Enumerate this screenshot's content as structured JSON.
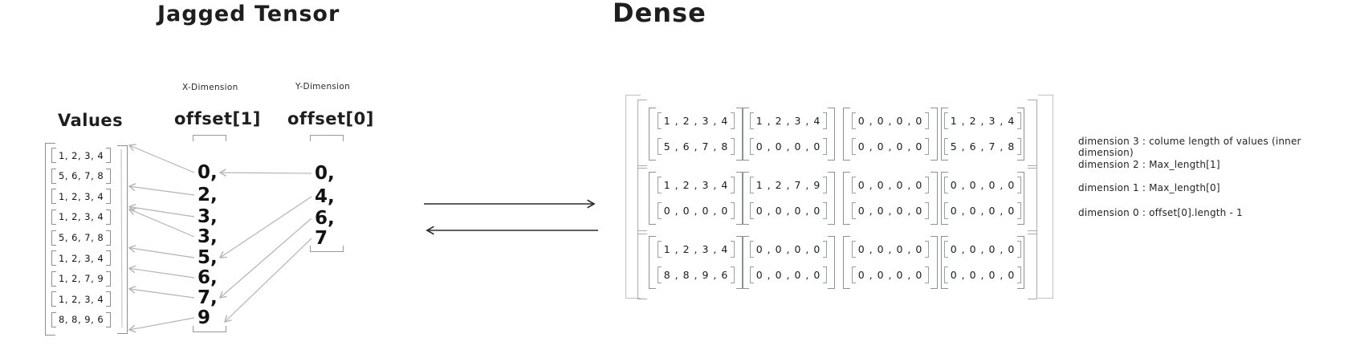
{
  "titles": {
    "jagged": "Jagged Tensor",
    "dense": "Dense"
  },
  "jagged": {
    "values_label": "Values",
    "x_dimension_label": "X-Dimension",
    "offset1_label": "offset[1]",
    "y_dimension_label": "Y-Dimension",
    "offset0_label": "offset[0]",
    "values_rows": [
      [
        1,
        2,
        3,
        4
      ],
      [
        5,
        6,
        7,
        8
      ],
      [
        1,
        2,
        3,
        4
      ],
      [
        1,
        2,
        3,
        4
      ],
      [
        5,
        6,
        7,
        8
      ],
      [
        1,
        2,
        3,
        4
      ],
      [
        1,
        2,
        7,
        9
      ],
      [
        1,
        2,
        3,
        4
      ],
      [
        8,
        8,
        9,
        6
      ]
    ],
    "offset1": [
      0,
      2,
      3,
      3,
      5,
      6,
      7,
      9
    ],
    "offset0": [
      0,
      4,
      6,
      7
    ]
  },
  "dense": {
    "rows": [
      [
        [
          [
            1,
            2,
            3,
            4
          ],
          [
            5,
            6,
            7,
            8
          ]
        ],
        [
          [
            1,
            2,
            3,
            4
          ],
          [
            0,
            0,
            0,
            0
          ]
        ],
        [
          [
            0,
            0,
            0,
            0
          ],
          [
            0,
            0,
            0,
            0
          ]
        ],
        [
          [
            1,
            2,
            3,
            4
          ],
          [
            5,
            6,
            7,
            8
          ]
        ]
      ],
      [
        [
          [
            1,
            2,
            3,
            4
          ],
          [
            0,
            0,
            0,
            0
          ]
        ],
        [
          [
            1,
            2,
            7,
            9
          ],
          [
            0,
            0,
            0,
            0
          ]
        ],
        [
          [
            0,
            0,
            0,
            0
          ],
          [
            0,
            0,
            0,
            0
          ]
        ],
        [
          [
            0,
            0,
            0,
            0
          ],
          [
            0,
            0,
            0,
            0
          ]
        ]
      ],
      [
        [
          [
            1,
            2,
            3,
            4
          ],
          [
            8,
            8,
            9,
            6
          ]
        ],
        [
          [
            0,
            0,
            0,
            0
          ],
          [
            0,
            0,
            0,
            0
          ]
        ],
        [
          [
            0,
            0,
            0,
            0
          ],
          [
            0,
            0,
            0,
            0
          ]
        ],
        [
          [
            0,
            0,
            0,
            0
          ],
          [
            0,
            0,
            0,
            0
          ]
        ]
      ]
    ]
  },
  "annotations": [
    "dimension 3 : colume length of values (inner dimension)",
    "dimension 2 : Max_length[1]",
    "dimension 1 : Max_length[0]",
    "dimension 0 : offset[0].length - 1"
  ],
  "colors": {
    "ink": "#1e1e1e",
    "map_arrow": "#b4b4b4",
    "mid_arrow": "#2b2b2b",
    "bracket_gray": "#9a9a9a",
    "dense_outer_bracket": "#bfc3c3",
    "dense_row_bracket": "#a8acac"
  }
}
